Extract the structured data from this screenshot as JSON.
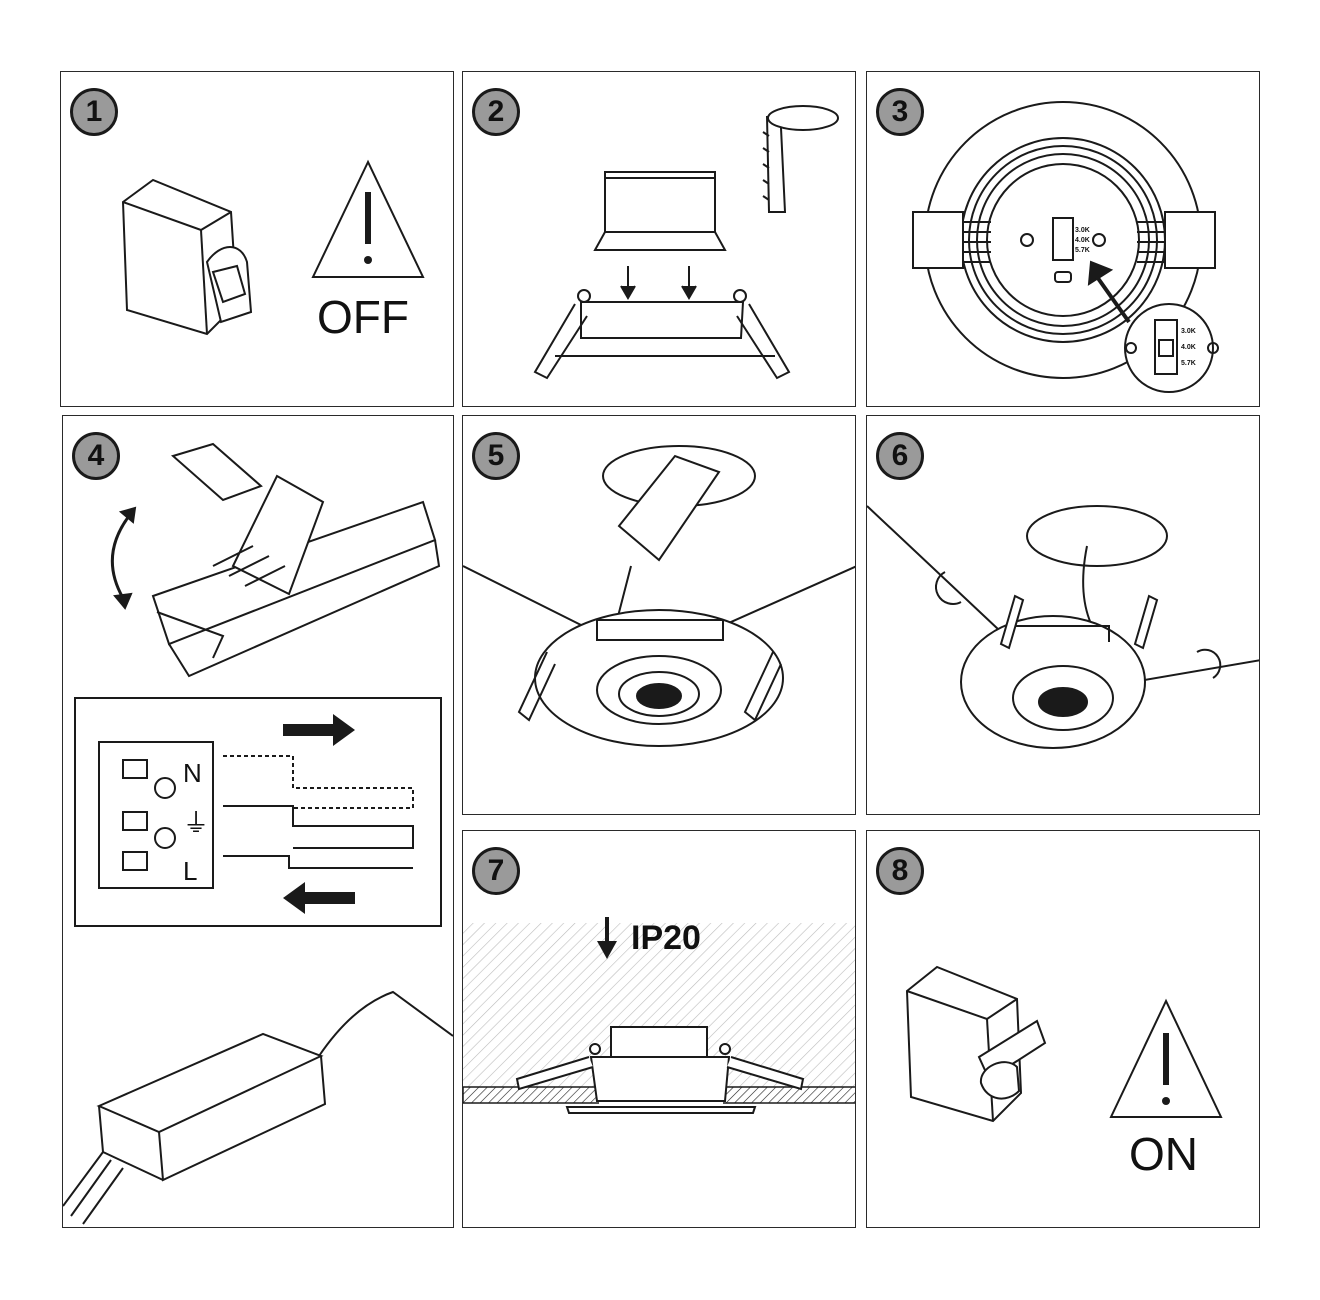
{
  "steps": [
    {
      "number": "1",
      "word": "OFF"
    },
    {
      "number": "2"
    },
    {
      "number": "3",
      "cct_options": [
        "3.0K",
        "4.0K",
        "5.7K"
      ]
    },
    {
      "number": "4",
      "terminals": [
        "N",
        "⏚",
        "L"
      ]
    },
    {
      "number": "5"
    },
    {
      "number": "6"
    },
    {
      "number": "7",
      "rating": "IP20"
    },
    {
      "number": "8",
      "word": "ON"
    }
  ],
  "colors": {
    "line": "#1a1a1a",
    "badge": "#9a9a9a",
    "hatch": "#bcbcbc"
  }
}
